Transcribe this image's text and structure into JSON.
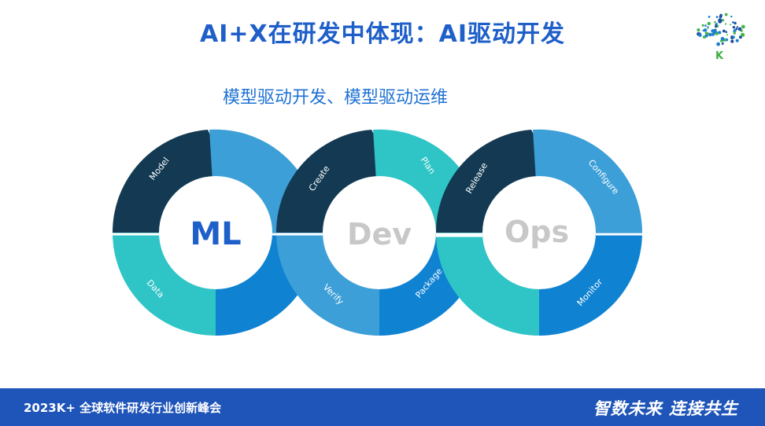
{
  "slide": {
    "title": "AI+X在研发中体现：AI驱动开发",
    "subtitle": "模型驱动开发、模型驱动运维"
  },
  "logo": {
    "letter": "K",
    "dot_colors": [
      "#1e7fd0",
      "#46b649",
      "#1b4fa0"
    ]
  },
  "diagram": {
    "rings": [
      {
        "core": "ML",
        "core_color": "#1f5fc9",
        "segments": [
          "Model",
          "Data"
        ]
      },
      {
        "core": "Dev",
        "core_color": "#c8c8c8",
        "segments": [
          "Create",
          "Plan",
          "Verify",
          "Package"
        ]
      },
      {
        "core": "Ops",
        "core_color": "#c8c8c8",
        "segments": [
          "Release",
          "Configure",
          "Monitor"
        ]
      }
    ],
    "colors": {
      "dark": "#133a52",
      "mid": "#3c9fd7",
      "teal": "#2fc4c6",
      "blue": "#0f82d2"
    }
  },
  "footer": {
    "left": "2023K+ 全球软件研发行业创新峰会",
    "right": "智数未来 连接共生"
  }
}
